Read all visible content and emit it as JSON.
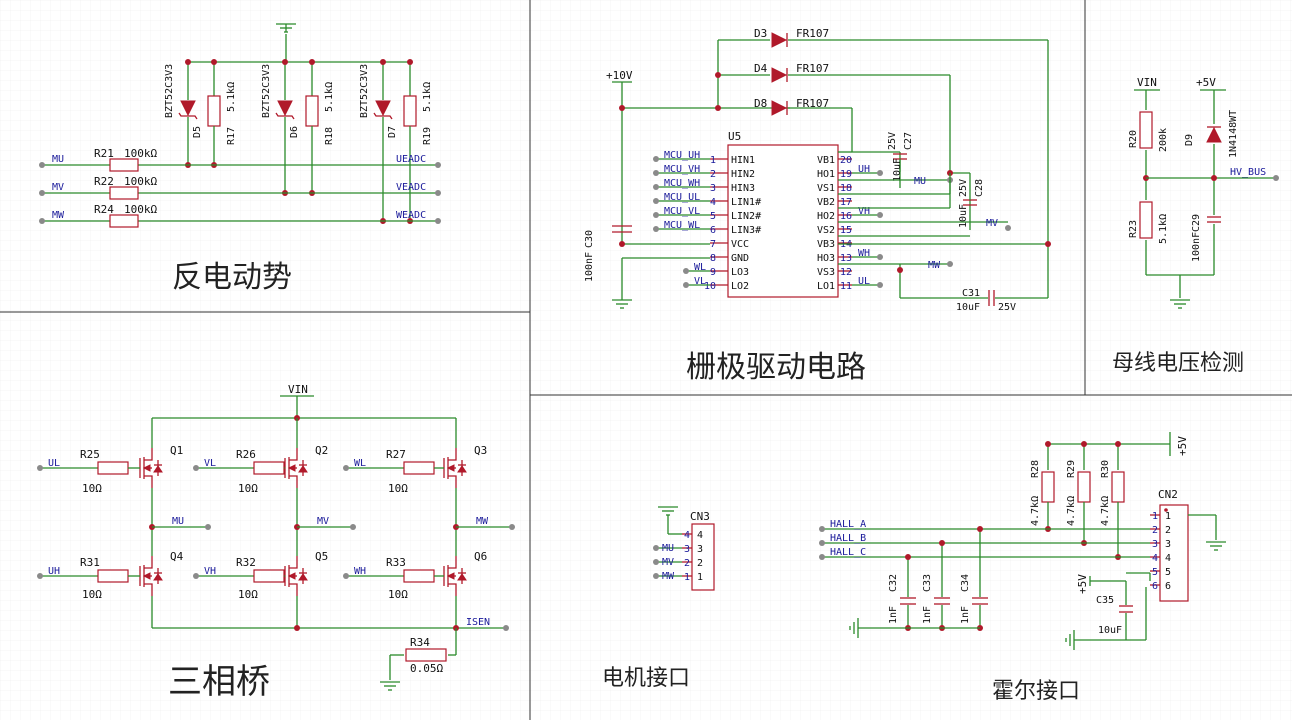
{
  "titles": {
    "back_emf": "反电动势",
    "gate_drive": "栅极驱动电路",
    "bus_voltage": "母线电压检测",
    "three_phase": "三相桥",
    "motor_conn": "电机接口",
    "hall_conn": "霍尔接口"
  },
  "back_emf": {
    "zeners": [
      {
        "ref": "D5",
        "val": "BZT52C3V3"
      },
      {
        "ref": "D6",
        "val": "BZT52C3V3"
      },
      {
        "ref": "D7",
        "val": "BZT52C3V3"
      }
    ],
    "vert_res": [
      {
        "ref": "R17",
        "val": "5.1kΩ"
      },
      {
        "ref": "R18",
        "val": "5.1kΩ"
      },
      {
        "ref": "R19",
        "val": "5.1kΩ"
      }
    ],
    "rows": [
      {
        "in": "MU",
        "ref": "R21",
        "val": "100kΩ",
        "out": "UEADC"
      },
      {
        "in": "MV",
        "ref": "R22",
        "val": "100kΩ",
        "out": "VEADC"
      },
      {
        "in": "MW",
        "ref": "R24",
        "val": "100kΩ",
        "out": "WEADC"
      }
    ]
  },
  "gate": {
    "supply": "+10V",
    "u5": "U5",
    "left_pins": [
      {
        "num": "1",
        "name": "HIN1",
        "net": "MCU_UH"
      },
      {
        "num": "2",
        "name": "HIN2",
        "net": "MCU_VH"
      },
      {
        "num": "3",
        "name": "HIN3",
        "net": "MCU_WH"
      },
      {
        "num": "4",
        "name": "LIN1#",
        "net": "MCU_UL"
      },
      {
        "num": "5",
        "name": "LIN2#",
        "net": "MCU_VL"
      },
      {
        "num": "6",
        "name": "LIN3#",
        "net": "MCU_WL"
      },
      {
        "num": "7",
        "name": "VCC",
        "net": ""
      },
      {
        "num": "8",
        "name": "GND",
        "net": ""
      },
      {
        "num": "9",
        "name": "LO3",
        "net": "WL"
      },
      {
        "num": "10",
        "name": "LO2",
        "net": "VL"
      }
    ],
    "right_pins": [
      {
        "num": "20",
        "name": "VB1",
        "net": ""
      },
      {
        "num": "19",
        "name": "HO1",
        "net": "UH"
      },
      {
        "num": "18",
        "name": "VS1",
        "net": "MU"
      },
      {
        "num": "17",
        "name": "VB2",
        "net": ""
      },
      {
        "num": "16",
        "name": "HO2",
        "net": "VH"
      },
      {
        "num": "15",
        "name": "VS2",
        "net": "MV"
      },
      {
        "num": "14",
        "name": "VB3",
        "net": ""
      },
      {
        "num": "13",
        "name": "HO3",
        "net": "WH"
      },
      {
        "num": "12",
        "name": "VS3",
        "net": "MW"
      },
      {
        "num": "11",
        "name": "LO1",
        "net": "UL"
      }
    ],
    "diodes": [
      {
        "ref": "D3",
        "val": "FR107"
      },
      {
        "ref": "D4",
        "val": "FR107"
      },
      {
        "ref": "D8",
        "val": "FR107"
      }
    ],
    "c30": {
      "ref": "C30",
      "val": "100nF"
    },
    "c27": {
      "ref": "C27",
      "val": "10uF",
      "v": "25V"
    },
    "c28": {
      "ref": "C28",
      "val": "10uF",
      "v": "25V"
    },
    "c31": {
      "ref": "C31",
      "val": "10uF",
      "v": "25V"
    }
  },
  "bus": {
    "vin": "VIN",
    "p5v": "+5V",
    "r20": {
      "ref": "R20",
      "val": "200k"
    },
    "r23": {
      "ref": "R23",
      "val": "5.1kΩ"
    },
    "d9": {
      "ref": "D9",
      "val": "1N4148WT"
    },
    "c29": {
      "ref": "C29",
      "val": "100nF"
    },
    "out": "HV_BUS"
  },
  "bridge": {
    "vin": "VIN",
    "isen": "ISEN",
    "r34": {
      "ref": "R34",
      "val": "0.05Ω"
    },
    "high": [
      {
        "in": "UL",
        "ref": "R25",
        "val": "10Ω",
        "q": "Q1",
        "mid": "MU"
      },
      {
        "in": "VL",
        "ref": "R26",
        "val": "10Ω",
        "q": "Q2",
        "mid": "MV"
      },
      {
        "in": "WL",
        "ref": "R27",
        "val": "10Ω",
        "q": "Q3",
        "mid": "MW"
      }
    ],
    "low": [
      {
        "in": "UH",
        "ref": "R31",
        "val": "10Ω",
        "q": "Q4"
      },
      {
        "in": "VH",
        "ref": "R32",
        "val": "10Ω",
        "q": "Q5"
      },
      {
        "in": "WH",
        "ref": "R33",
        "val": "10Ω",
        "q": "Q6"
      }
    ]
  },
  "motor": {
    "ref": "CN3",
    "pins": [
      {
        "num": "4",
        "net": ""
      },
      {
        "num": "3",
        "net": "MU"
      },
      {
        "num": "2",
        "net": "MV"
      },
      {
        "num": "1",
        "net": "MW"
      }
    ]
  },
  "hall": {
    "ref": "CN2",
    "supply": "+5V",
    "supply2": "+5V",
    "res": [
      {
        "ref": "R28",
        "val": "4.7kΩ"
      },
      {
        "ref": "R29",
        "val": "4.7kΩ"
      },
      {
        "ref": "R30",
        "val": "4.7kΩ"
      }
    ],
    "nets": [
      "HALL_A",
      "HALL_B",
      "HALL_C"
    ],
    "pins": [
      "1",
      "2",
      "3",
      "4",
      "5",
      "6"
    ],
    "caps": [
      {
        "ref": "C32",
        "val": "1nF"
      },
      {
        "ref": "C33",
        "val": "1nF"
      },
      {
        "ref": "C34",
        "val": "1nF"
      }
    ],
    "c35": {
      "ref": "C35",
      "val": "10uF"
    }
  }
}
